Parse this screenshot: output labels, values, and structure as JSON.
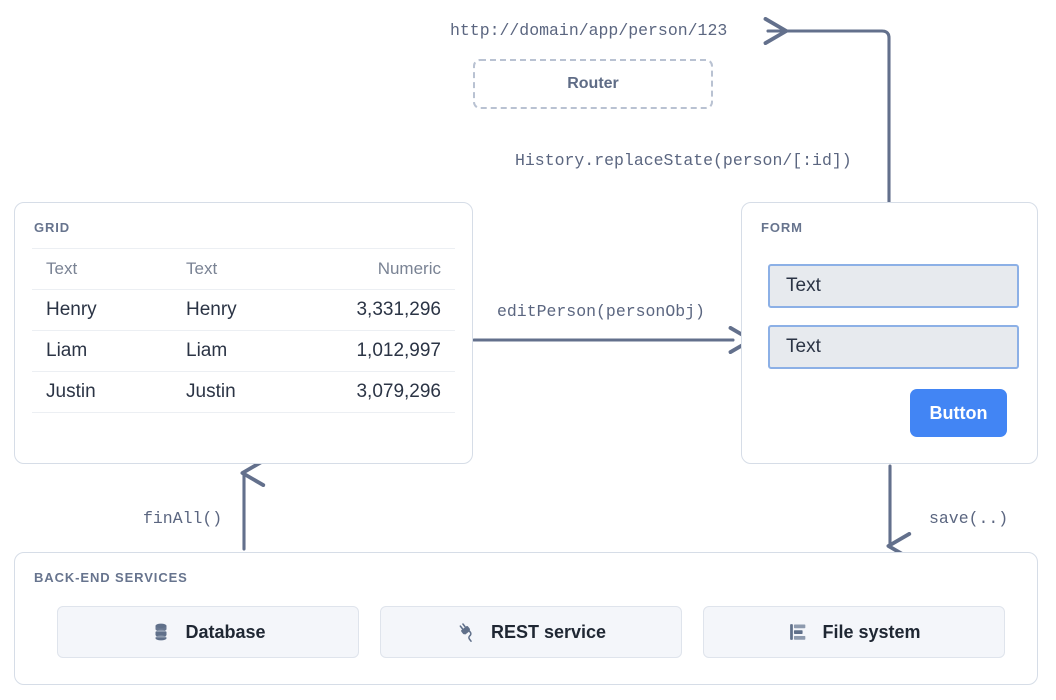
{
  "diagram": {
    "url_text": "http://domain/app/person/123",
    "router": {
      "label": "Router"
    },
    "connectors": {
      "history": "History.replaceState(person/[:id])",
      "edit_person": "editPerson(personObj)",
      "find_all": "finAll()",
      "save": "save(..)"
    }
  },
  "grid": {
    "label": "GRID",
    "columns": [
      "Text",
      "Text",
      "Numeric"
    ],
    "rows": [
      {
        "c0": "Henry",
        "c1": "Henry",
        "c2": "3,331,296"
      },
      {
        "c0": "Liam",
        "c1": "Liam",
        "c2": "1,012,997"
      },
      {
        "c0": "Justin",
        "c1": "Justin",
        "c2": "3,079,296"
      }
    ]
  },
  "form": {
    "label": "FORM",
    "fields": [
      {
        "value": "Text"
      },
      {
        "value": "Text"
      }
    ],
    "button_label": "Button"
  },
  "backend": {
    "label": "BACK-END SERVICES",
    "services": [
      {
        "icon": "database-icon",
        "label": "Database"
      },
      {
        "icon": "plug-icon",
        "label": "REST service"
      },
      {
        "icon": "file-system-icon",
        "label": "File system"
      }
    ]
  },
  "colors": {
    "accent_blue": "#4285f4",
    "arrow": "#63708c",
    "panel_border": "#d6dde7",
    "label_gray": "#67748e",
    "icon_slate": "#60708a"
  }
}
